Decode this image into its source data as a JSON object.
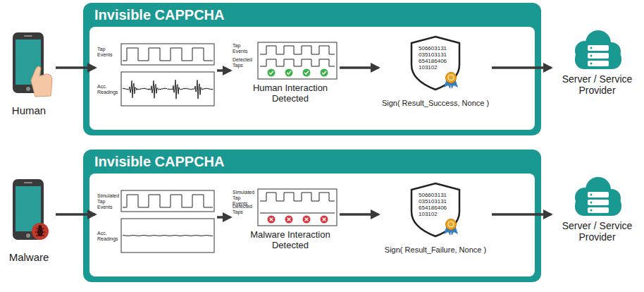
{
  "diagram": {
    "nodes": [
      {
        "text": [
          "Human"
        ]
      },
      {
        "text": [
          "Invisible CAPPCHA"
        ]
      },
      {
        "text": [
          "Tap Events",
          "Acc. Readings"
        ],
        "in": 1
      },
      {
        "text": [
          "Tap Events",
          "Detected Taps",
          "Human Interaction Detected"
        ],
        "in": 1
      },
      {
        "text": [
          "506603131 035103131 654186406 103102",
          "Sign( Result_Success, Nonce )"
        ],
        "in": 1
      },
      {
        "text": [
          "Server / Service Provider"
        ]
      },
      {
        "text": [
          "Malware"
        ]
      },
      {
        "text": [
          "Invisible CAPPCHA"
        ]
      },
      {
        "text": [
          "Simulated Tap Events",
          "Acc. Readings"
        ],
        "in": 7
      },
      {
        "text": [
          "Simulated Tap Events",
          "Detected Taps",
          "Malware Interaction Detected"
        ],
        "in": 7
      },
      {
        "text": [
          "506603131 035103131 654186406 103102",
          "Sign( Result_Failure, Nonce )"
        ],
        "in": 7
      },
      {
        "text": [
          "Server / Service Provider"
        ]
      }
    ],
    "edges": [
      {
        "from": 0,
        "to": 2,
        "arrow": "to"
      },
      {
        "from": 2,
        "to": 3,
        "arrow": "to"
      },
      {
        "from": 3,
        "to": 4,
        "arrow": "to"
      },
      {
        "from": 4,
        "to": 5,
        "arrow": "to"
      },
      {
        "from": 6,
        "to": 8,
        "arrow": "to"
      },
      {
        "from": 8,
        "to": 9,
        "arrow": "to"
      },
      {
        "from": 9,
        "to": 10,
        "arrow": "to"
      },
      {
        "from": 10,
        "to": 11,
        "arrow": "to"
      }
    ]
  }
}
